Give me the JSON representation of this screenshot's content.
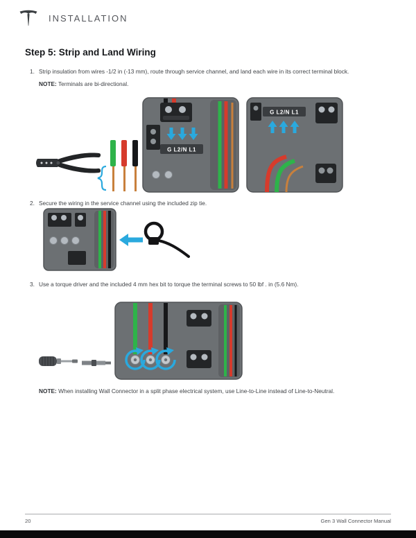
{
  "header": {
    "section_title": "INSTALLATION"
  },
  "title": "Step 5: Strip and Land Wiring",
  "steps": [
    {
      "number": "1.",
      "text": "Strip insulation from wires -1/2 in (-13 mm), route through service channel, and land each wire in its correct terminal block.",
      "note_label": "NOTE:",
      "note_text": " Terminals are bi-directional."
    },
    {
      "number": "2.",
      "text": "Secure the wiring in the service channel using the included zip tie."
    },
    {
      "number": "3.",
      "text": "Use a torque driver and the included 4 mm hex bit to torque the terminal screws to 50 lbf . in (5.6 Nm)."
    }
  ],
  "final_note": {
    "label": "NOTE:",
    "text": " When installing Wall Connector in a split phase electrical system, use Line-to-Line instead of Line-to-Neutral."
  },
  "terminal_label": "G L2/N L1",
  "footer": {
    "page_number": "20",
    "manual_title": "Gen 3 Wall Connector Manual"
  },
  "icons": {
    "logo": "tesla-logo-icon",
    "down_arrow": "arrow-down-icon",
    "up_arrow": "arrow-up-icon",
    "left_arrow": "arrow-left-icon",
    "torque_arrow": "rotation-arrow-icon",
    "brace": "measure-brace-icon"
  },
  "colors": {
    "accent_blue": "#2aa9de",
    "wire_green": "#2eb34a",
    "wire_red": "#d63b2c",
    "wire_black": "#17181a",
    "wire_copper": "#c8803c",
    "panel_gray": "#6c7073",
    "terminal_black": "#232527",
    "footer_bar": "#0b0b0c"
  }
}
